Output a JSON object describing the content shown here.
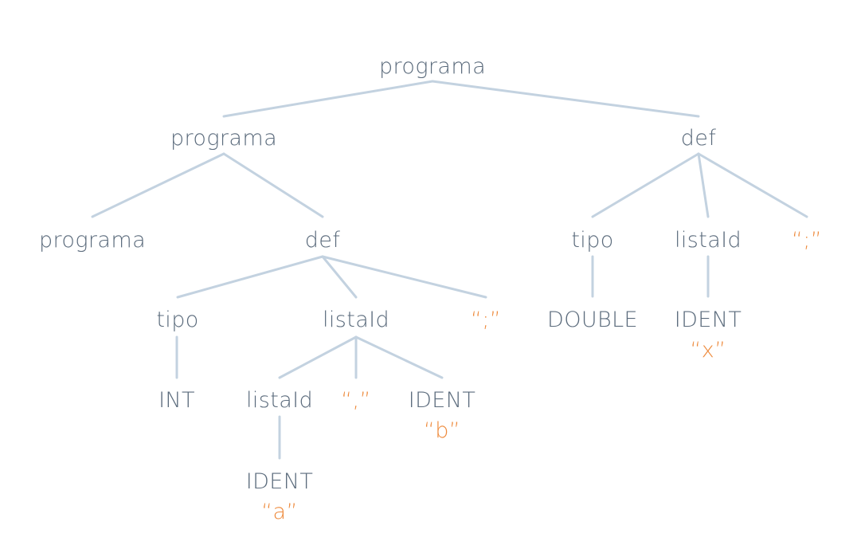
{
  "colors": {
    "node_text": "#5b6b7c",
    "literal_text": "#ee8a3c",
    "edge": "#c3d2e0",
    "background": "#ffffff"
  },
  "nodes": [
    {
      "id": "root",
      "label": "programa",
      "kind": "nonterminal"
    },
    {
      "id": "prog_l",
      "label": "programa",
      "kind": "nonterminal"
    },
    {
      "id": "def_r",
      "label": "def",
      "kind": "nonterminal"
    },
    {
      "id": "prog_ll",
      "label": "programa",
      "kind": "nonterminal"
    },
    {
      "id": "def_l",
      "label": "def",
      "kind": "nonterminal"
    },
    {
      "id": "tipo_r",
      "label": "tipo",
      "kind": "nonterminal"
    },
    {
      "id": "listaid_r",
      "label": "listaId",
      "kind": "nonterminal"
    },
    {
      "id": "semi_r",
      "label": "“;”",
      "kind": "literal"
    },
    {
      "id": "tipo_l",
      "label": "tipo",
      "kind": "nonterminal"
    },
    {
      "id": "listaid_l",
      "label": "listaId",
      "kind": "nonterminal"
    },
    {
      "id": "semi_l",
      "label": "“;”",
      "kind": "literal"
    },
    {
      "id": "double",
      "label": "DOUBLE",
      "kind": "terminal"
    },
    {
      "id": "ident_x",
      "label": "IDENT",
      "kind": "terminal",
      "lexeme": "“x”"
    },
    {
      "id": "int",
      "label": "INT",
      "kind": "terminal"
    },
    {
      "id": "listaid_ll",
      "label": "listaId",
      "kind": "nonterminal"
    },
    {
      "id": "comma",
      "label": "“,”",
      "kind": "literal"
    },
    {
      "id": "ident_b",
      "label": "IDENT",
      "kind": "terminal",
      "lexeme": "“b”"
    },
    {
      "id": "ident_a",
      "label": "IDENT",
      "kind": "terminal",
      "lexeme": "“a”"
    }
  ],
  "edges": [
    [
      "root",
      "prog_l"
    ],
    [
      "root",
      "def_r"
    ],
    [
      "prog_l",
      "prog_ll"
    ],
    [
      "prog_l",
      "def_l"
    ],
    [
      "def_r",
      "tipo_r"
    ],
    [
      "def_r",
      "listaid_r"
    ],
    [
      "def_r",
      "semi_r"
    ],
    [
      "def_l",
      "tipo_l"
    ],
    [
      "def_l",
      "listaid_l"
    ],
    [
      "def_l",
      "semi_l"
    ],
    [
      "tipo_r",
      "double"
    ],
    [
      "listaid_r",
      "ident_x"
    ],
    [
      "tipo_l",
      "int"
    ],
    [
      "listaid_l",
      "listaid_ll"
    ],
    [
      "listaid_l",
      "comma"
    ],
    [
      "listaid_l",
      "ident_b"
    ],
    [
      "listaid_ll",
      "ident_a"
    ]
  ]
}
